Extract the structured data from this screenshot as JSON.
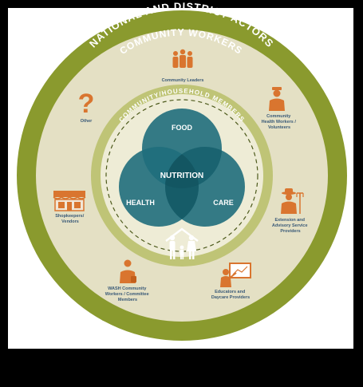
{
  "diagram": {
    "outer_ring_title": "NATIONAL AND DISTRICT ACTORS",
    "middle_ring_title": "COMMUNITY WORKERS",
    "inner_ring_title": "COMMUNITY/HOUSEHOLD MEMBERS",
    "venn": {
      "top": "FOOD",
      "left": "HEALTH",
      "right": "CARE",
      "center": "NUTRITION"
    },
    "actors": {
      "community_leaders": [
        "Community Leaders"
      ],
      "health_workers": [
        "Community",
        "Health Workers /",
        "Volunteers"
      ],
      "extension": [
        "Extension and",
        "Advisory Service",
        "Providers"
      ],
      "educators": [
        "Educators and",
        "Daycare Providers"
      ],
      "wash": [
        "WASH Community",
        "Workers / Committee",
        "Members"
      ],
      "shopkeepers": [
        "Shopkeepers/",
        "Vendors"
      ],
      "other": [
        "Other"
      ]
    },
    "colors": {
      "outer_ring": "#8a9a2e",
      "middle_ring": "#e4e0c4",
      "inner_ring": "#bfc476",
      "core": "#eeecd6",
      "venn_circle": "#1f6e7c",
      "accent_orange": "#d9752f",
      "frame_background": "#ffffff"
    },
    "icons": {
      "community_leaders": "three-people-icon",
      "health_workers": "nurse-icon",
      "extension": "farmer-with-fork-icon",
      "educators": "teacher-at-board-icon",
      "wash": "worker-with-bucket-icon",
      "shopkeepers": "shop-stall-icon",
      "other": "question-mark-icon",
      "household": "family-house-icon"
    }
  }
}
